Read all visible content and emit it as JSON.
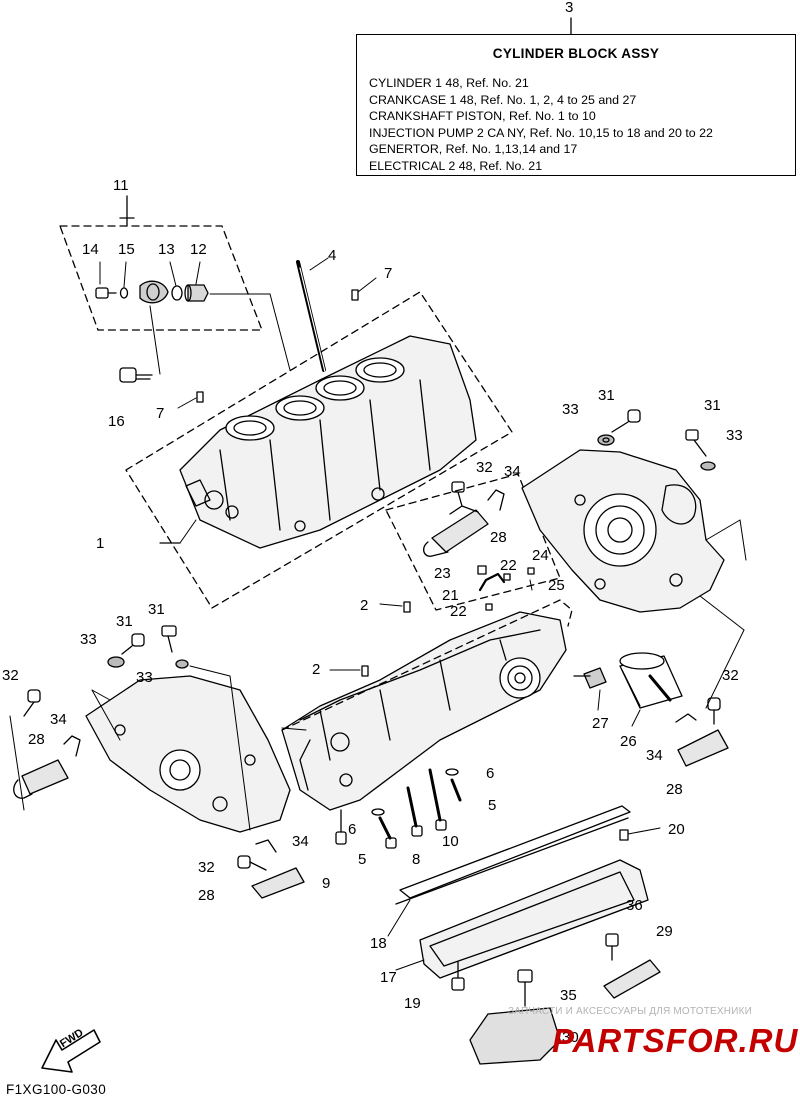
{
  "info_box": {
    "number": "3",
    "title": "CYLINDER BLOCK ASSY",
    "lines": [
      "CYLINDER 1 48,  Ref. No. 21",
      "CRANKCASE 1 48,  Ref. No. 1, 2, 4 to 25 and 27",
      "CRANKSHAFT PISTON,  Ref. No. 1 to 10",
      "INJECTION PUMP 2 CA NY,  Ref. No. 10,15 to 18  and 20 to 22",
      "GENERTOR,  Ref. No. 1,13,14 and 17",
      "ELECTRICAL 2 48,  Ref. No. 21"
    ]
  },
  "callouts": [
    "11",
    "14",
    "15",
    "13",
    "12",
    "4",
    "7",
    "16",
    "7",
    "1",
    "33",
    "31",
    "31",
    "33",
    "32",
    "34",
    "28",
    "23",
    "22",
    "24",
    "21",
    "25",
    "22",
    "2",
    "2",
    "31",
    "31",
    "33",
    "33",
    "32",
    "34",
    "28",
    "32",
    "27",
    "26",
    "34",
    "28",
    "6",
    "5",
    "20",
    "6",
    "5",
    "8",
    "10",
    "9",
    "34",
    "32",
    "28",
    "18",
    "36",
    "29",
    "17",
    "35",
    "19",
    "30"
  ],
  "fwd_label": "FWD",
  "diagram_code": "F1XG100-G030",
  "watermark": {
    "caption": "ЗАПЧАСТИ И АКСЕССУАРЫ ДЛЯ МОТОТЕХНИКИ",
    "site": "PARTSFOR.RU"
  },
  "colors": {
    "line": "#000000",
    "background": "#ffffff",
    "watermark_red": "#c30000",
    "watermark_gray": "#b3b3b3"
  }
}
